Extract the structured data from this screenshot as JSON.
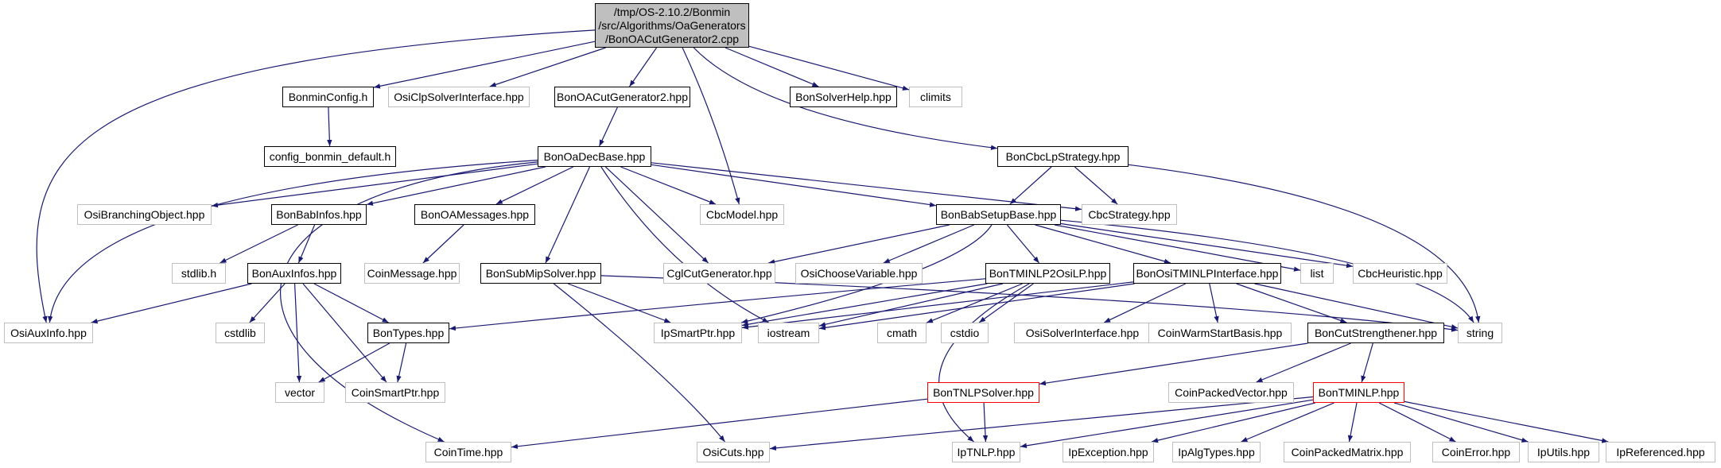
{
  "title_lines": [
    "/tmp/OS-2.10.2/Bonmin",
    "/src/Algorithms/OaGenerators",
    "/BonOACutGenerator2.cpp"
  ],
  "edge_color": "#191970",
  "nodes": {
    "root": "/tmp/OS-2.10.2/Bonmin/src/Algorithms/OaGenerators/BonOACutGenerator2.cpp",
    "bonminconfig": "BonminConfig.h",
    "osiclp": "OsiClpSolverInterface.hpp",
    "bonoacutgen2": "BonOACutGenerator2.hpp",
    "bonsolverhelp": "BonSolverHelp.hpp",
    "climits": "climits",
    "configdefault": "config_bonmin_default.h",
    "bonoadecbase": "BonOaDecBase.hpp",
    "boncbclp": "BonCbcLpStrategy.hpp",
    "osibranching": "OsiBranchingObject.hpp",
    "bonbabinfos": "BonBabInfos.hpp",
    "bonoamessages": "BonOAMessages.hpp",
    "cbcmodel": "CbcModel.hpp",
    "bonbabsetup": "BonBabSetupBase.hpp",
    "cbcstrategy": "CbcStrategy.hpp",
    "stdlib": "stdlib.h",
    "bonauxinfos": "BonAuxInfos.hpp",
    "coinmessage": "CoinMessage.hpp",
    "bonsubmip": "BonSubMipSolver.hpp",
    "cglcutgen": "CglCutGenerator.hpp",
    "osichoosevar": "OsiChooseVariable.hpp",
    "bontminlp2osilp": "BonTMINLP2OsiLP.hpp",
    "bonositminlp": "BonOsiTMINLPInterface.hpp",
    "list": "list",
    "cbcheuristic": "CbcHeuristic.hpp",
    "osiauxinfo": "OsiAuxInfo.hpp",
    "cstdlib": "cstdlib",
    "bontypes": "BonTypes.hpp",
    "ipsmartptr": "IpSmartPtr.hpp",
    "iostream": "iostream",
    "cmath": "cmath",
    "cstdio": "cstdio",
    "osisolverinterface": "OsiSolverInterface.hpp",
    "coinwarmstart": "CoinWarmStartBasis.hpp",
    "boncutstrengthener": "BonCutStrengthener.hpp",
    "string": "string",
    "vector": "vector",
    "coinsmartptr": "CoinSmartPtr.hpp",
    "bontnlpsolver": "BonTNLPSolver.hpp",
    "coinpackedvector": "CoinPackedVector.hpp",
    "bontminlp": "BonTMINLP.hpp",
    "cointime": "CoinTime.hpp",
    "osicuts": "OsiCuts.hpp",
    "iptnlp": "IpTNLP.hpp",
    "ipexception": "IpException.hpp",
    "ipalgtypes": "IpAlgTypes.hpp",
    "coinpackedmatrix": "CoinPackedMatrix.hpp",
    "coinerror": "CoinError.hpp",
    "iputils": "IpUtils.hpp",
    "ipreferenced": "IpReferenced.hpp"
  }
}
